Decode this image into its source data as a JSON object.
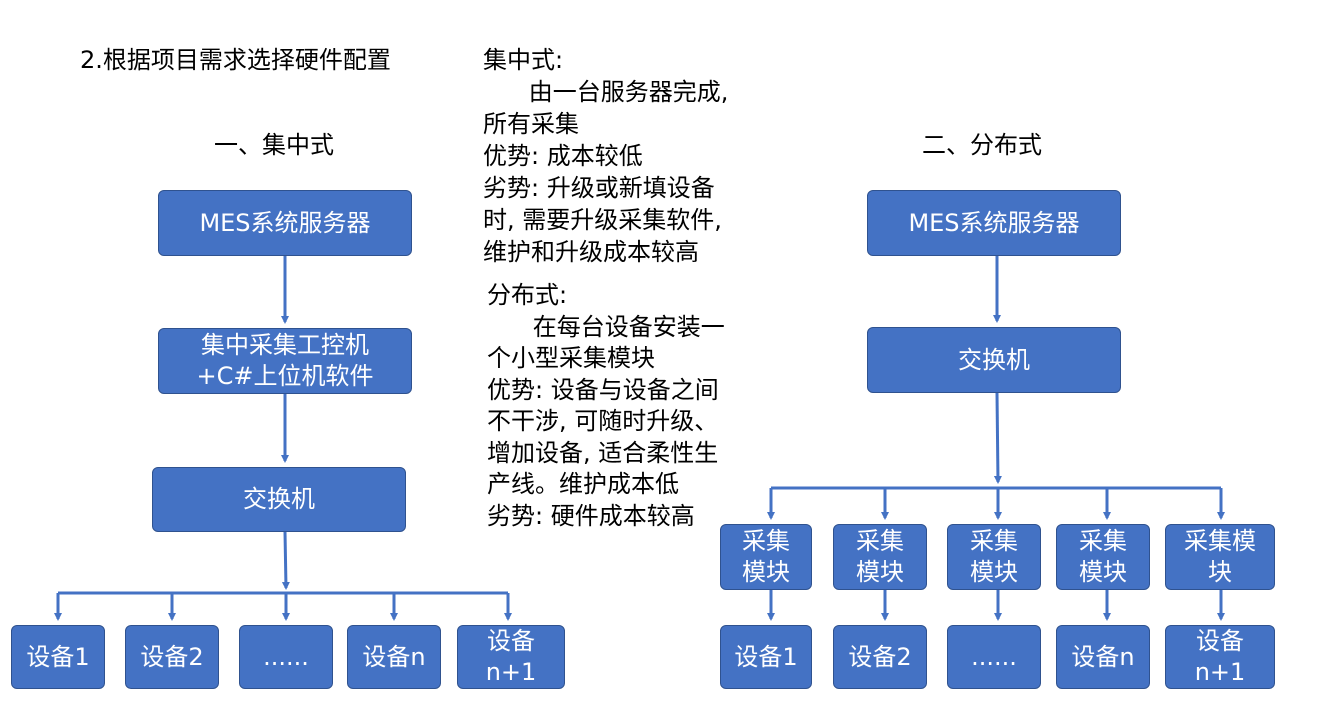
{
  "heading": "2.根据项目需求选择硬件配置",
  "centralized": {
    "title": "一、集中式",
    "server": "MES系统服务器",
    "collector": "集中采集工控机\n+C#上位机软件",
    "switch": "交换机",
    "devices": [
      "设备1",
      "设备2",
      "......",
      "设备n",
      "设备\nn+1"
    ]
  },
  "distributed": {
    "title": "二、分布式",
    "server": "MES系统服务器",
    "switch": "交换机",
    "modules": [
      "采集\n模块",
      "采集\n模块",
      "采集\n模块",
      "采集\n模块",
      "采集模\n块"
    ],
    "devices": [
      "设备1",
      "设备2",
      "......",
      "设备n",
      "设备\nn+1"
    ]
  },
  "notes": {
    "centralized_text": "集中式:\n      由一台服务器完成,\n所有采集\n优势: 成本较低\n劣势: 升级或新填设备\n时, 需要升级采集软件,\n维护和升级成本较高",
    "distributed_text": "分布式:\n      在每台设备安装一\n个小型采集模块\n优势: 设备与设备之间\n不干涉, 可随时升级、\n增加设备, 适合柔性生\n产线。维护成本低\n劣势: 硬件成本较高"
  },
  "colors": {
    "box_fill": "#4472c4",
    "box_border": "#2f528f",
    "connector": "#4472c4"
  }
}
